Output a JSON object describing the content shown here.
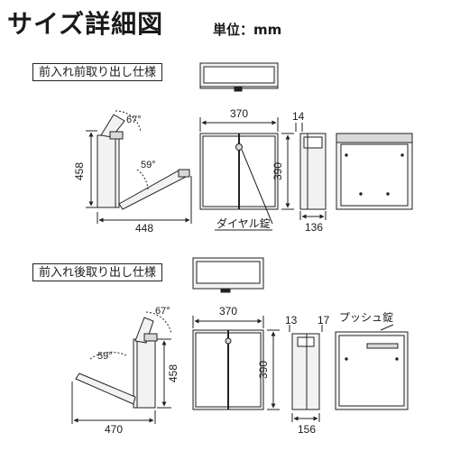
{
  "header": {
    "title": "サイズ詳細図",
    "unit": "単位：mm"
  },
  "sections": [
    {
      "label": "前入れ前取り出し仕様",
      "side": {
        "height": "458",
        "depth": "448",
        "lid_angle": "67°",
        "door_angle": "59°"
      },
      "front": {
        "width": "370",
        "height": "390",
        "lock_label": "ダイヤル錠"
      },
      "profile": {
        "top": "14",
        "depth": "136"
      }
    },
    {
      "label": "前入れ後取り出し仕様",
      "side": {
        "height": "458",
        "depth": "470",
        "lid_angle": "67°",
        "door_angle": "59°"
      },
      "front": {
        "width": "370",
        "height": "390"
      },
      "profile": {
        "top_left": "13",
        "top_right": "17",
        "depth": "156"
      },
      "back": {
        "lock_label": "プッシュ錠"
      }
    }
  ],
  "colors": {
    "line": "#222222",
    "panel": "#f2f2f2",
    "panel_dark": "#d9d9d9"
  }
}
